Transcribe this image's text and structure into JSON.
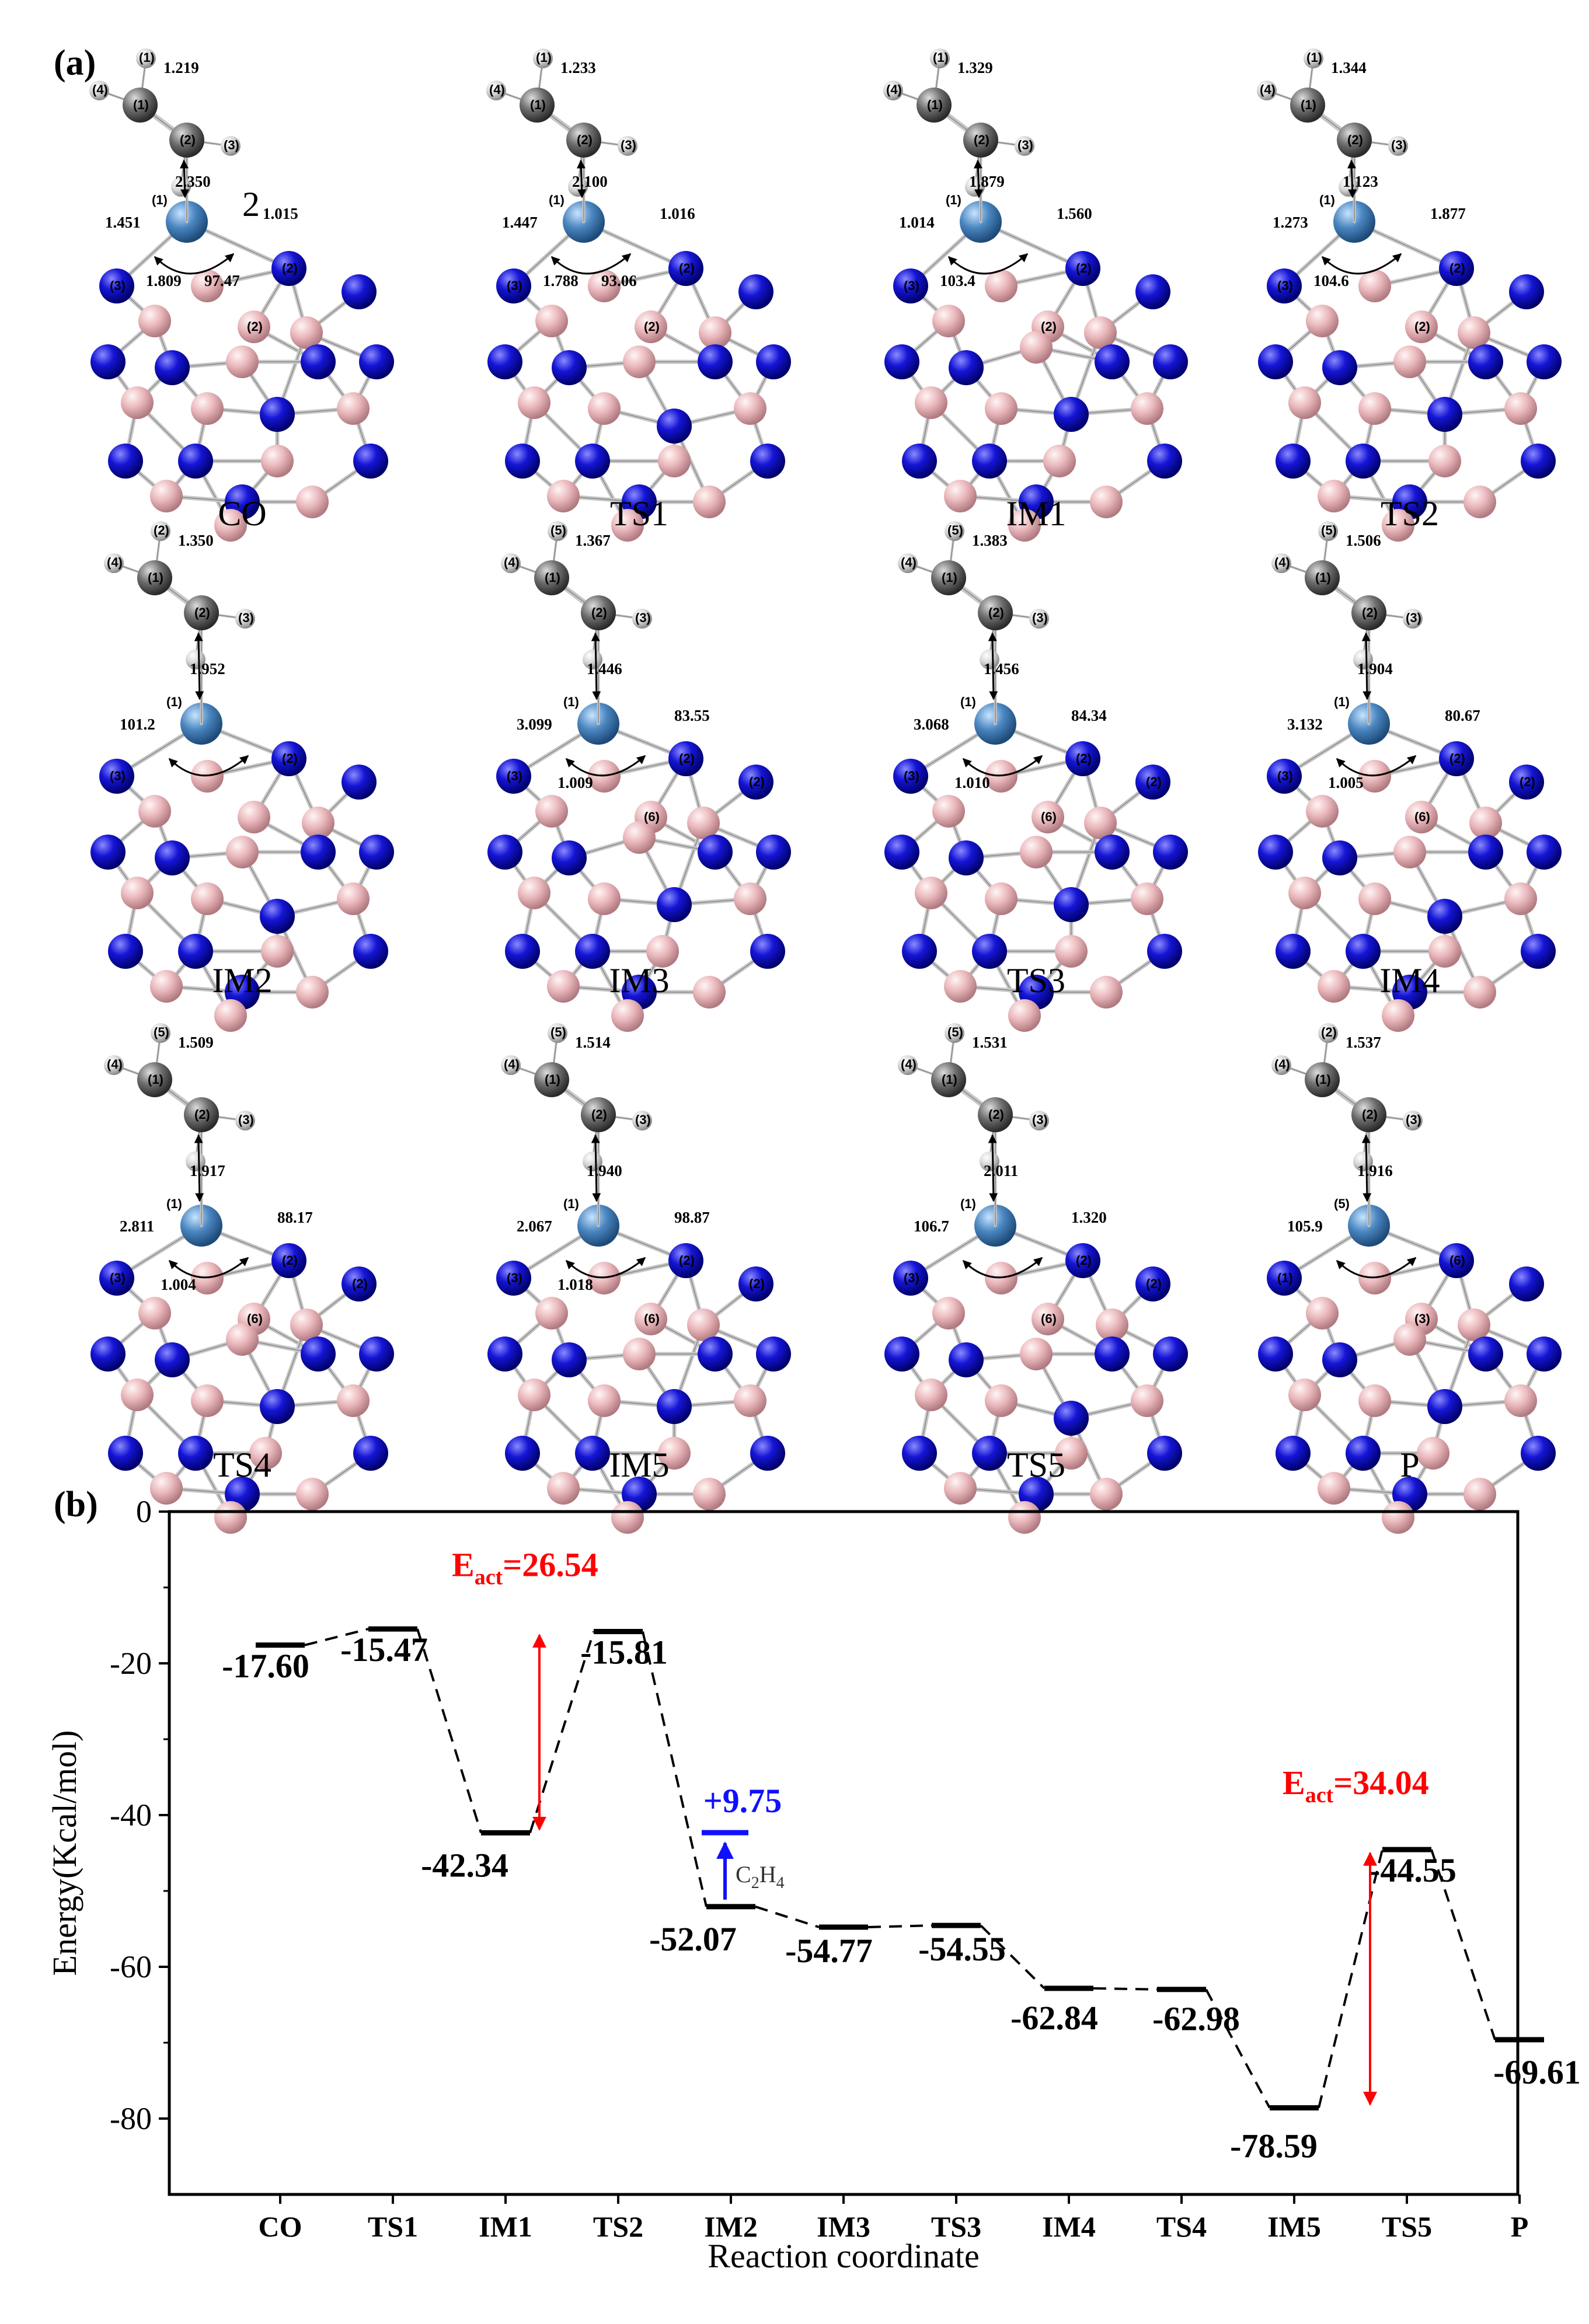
{
  "panel_a": {
    "label": "(a)",
    "structures": [
      {
        "name": "CO",
        "dists": [
          {
            "text": "1.219"
          },
          {
            "text": "2.350"
          },
          {
            "text": "1.451"
          },
          {
            "text": "1.015"
          },
          {
            "text": "1.809"
          },
          {
            "text": "97.47"
          }
        ],
        "extra": "2",
        "atom_numbers": [
          "(1)",
          "(2)",
          "(3)",
          "(4)",
          "(1)",
          "(2)",
          "(3)",
          "(1)",
          "(2)"
        ]
      },
      {
        "name": "TS1",
        "dists": [
          {
            "text": "1.233"
          },
          {
            "text": "2.100"
          },
          {
            "text": "1.447"
          },
          {
            "text": "1.016"
          },
          {
            "text": "1.788"
          },
          {
            "text": "93.06"
          }
        ],
        "atom_numbers": [
          "(1)",
          "(2)",
          "(3)",
          "(4)",
          "(1)",
          "(2)",
          "(3)",
          "(1)",
          "(2)"
        ]
      },
      {
        "name": "IM1",
        "dists": [
          {
            "text": "1.329"
          },
          {
            "text": "1.879"
          },
          {
            "text": "1.014"
          },
          {
            "text": "1.560"
          },
          {
            "text": "103.4"
          }
        ],
        "atom_numbers": [
          "(1)",
          "(2)",
          "(3)",
          "(4)",
          "(1)",
          "(2)",
          "(3)",
          "(1)",
          "(2)"
        ]
      },
      {
        "name": "TS2",
        "dists": [
          {
            "text": "1.344"
          },
          {
            "text": "1.123"
          },
          {
            "text": "1.273"
          },
          {
            "text": "1.877"
          },
          {
            "text": "104.6"
          }
        ],
        "atom_numbers": [
          "(1)",
          "(2)",
          "(3)",
          "(4)",
          "(1)",
          "(2)",
          "(3)",
          "(1)",
          "(2)"
        ]
      },
      {
        "name": "IM2",
        "dists": [
          {
            "text": "1.350"
          },
          {
            "text": "1.952"
          },
          {
            "text": "101.2"
          }
        ],
        "atom_numbers": [
          "(1)",
          "(2)",
          "(3)",
          "(4)",
          "(1)",
          "(2)",
          "(3)",
          "(2)"
        ]
      },
      {
        "name": "IM3",
        "dists": [
          {
            "text": "1.367"
          },
          {
            "text": "1.446"
          },
          {
            "text": "3.099"
          },
          {
            "text": "83.55"
          },
          {
            "text": "1.009"
          }
        ],
        "atom_numbers": [
          "(1)",
          "(2)",
          "(3)",
          "(4)",
          "(1)",
          "(2)",
          "(3)",
          "(5)",
          "(6)",
          "(2)"
        ]
      },
      {
        "name": "TS3",
        "dists": [
          {
            "text": "1.383"
          },
          {
            "text": "1.456"
          },
          {
            "text": "3.068"
          },
          {
            "text": "84.34"
          },
          {
            "text": "1.010"
          }
        ],
        "atom_numbers": [
          "(1)",
          "(2)",
          "(3)",
          "(4)",
          "(1)",
          "(2)",
          "(3)",
          "(5)",
          "(6)",
          "(2)"
        ]
      },
      {
        "name": "IM4",
        "dists": [
          {
            "text": "1.506"
          },
          {
            "text": "1.904"
          },
          {
            "text": "3.132"
          },
          {
            "text": "80.67"
          },
          {
            "text": "1.005"
          }
        ],
        "atom_numbers": [
          "(1)",
          "(2)",
          "(3)",
          "(4)",
          "(1)",
          "(2)",
          "(3)",
          "(5)",
          "(6)",
          "(2)"
        ]
      },
      {
        "name": "TS4",
        "dists": [
          {
            "text": "1.509"
          },
          {
            "text": "1.917"
          },
          {
            "text": "2.811"
          },
          {
            "text": "88.17"
          },
          {
            "text": "1.004"
          }
        ],
        "atom_numbers": [
          "(1)",
          "(2)",
          "(3)",
          "(4)",
          "(1)",
          "(2)",
          "(3)",
          "(5)",
          "(6)",
          "(2)"
        ]
      },
      {
        "name": "IM5",
        "dists": [
          {
            "text": "1.514"
          },
          {
            "text": "1.940"
          },
          {
            "text": "2.067"
          },
          {
            "text": "98.87"
          },
          {
            "text": "1.018"
          }
        ],
        "atom_numbers": [
          "(1)",
          "(2)",
          "(3)",
          "(4)",
          "(1)",
          "(2)",
          "(3)",
          "(5)",
          "(6)",
          "(2)"
        ]
      },
      {
        "name": "TS5",
        "dists": [
          {
            "text": "1.531"
          },
          {
            "text": "2.011"
          },
          {
            "text": "106.7"
          },
          {
            "text": "1.320"
          }
        ],
        "atom_numbers": [
          "(1)",
          "(2)",
          "(3)",
          "(4)",
          "(1)",
          "(2)",
          "(3)",
          "(5)",
          "(6)",
          "(2)"
        ]
      },
      {
        "name": "P",
        "dists": [
          {
            "text": "1.537"
          },
          {
            "text": "1.916"
          },
          {
            "text": "105.9"
          }
        ],
        "atom_numbers": [
          "(1)",
          "(2)",
          "(3)",
          "(4)",
          "(5)",
          "(6)",
          "(1)",
          "(2)",
          "(3)"
        ]
      }
    ]
  },
  "colors": {
    "nitrogen": "#1010c8",
    "boron": "#e8b4b8",
    "metal": "#4a86c0",
    "carbon": "#707070",
    "hydrogen": "#d8d8d8",
    "red": "#ff0000",
    "blue": "#1010ff"
  },
  "chart_data": {
    "type": "line",
    "panel_label": "(b)",
    "xlabel": "Reaction coordinate",
    "ylabel": "Energy(Kcal/mol)",
    "ylim": [
      -90,
      0
    ],
    "yticks": [
      0,
      -20,
      -40,
      -60,
      -80
    ],
    "ytick_labels": [
      "0",
      "-20",
      "-40",
      "-60",
      "-80"
    ],
    "categories": [
      "CO",
      "TS1",
      "IM1",
      "TS2",
      "IM2",
      "IM3",
      "TS3",
      "IM4",
      "TS4",
      "IM5",
      "TS5",
      "P"
    ],
    "values": [
      -17.6,
      -15.47,
      -42.34,
      -15.81,
      -52.07,
      -54.77,
      -54.55,
      -62.84,
      -62.98,
      -78.59,
      -44.55,
      -69.61
    ],
    "value_labels": [
      "-17.60",
      "-15.47",
      "-42.34",
      "-15.81",
      "-52.07",
      "-54.77",
      "-54.55",
      "-62.84",
      "-62.98",
      "-78.59",
      "-44.55",
      "-69.61"
    ],
    "annotations": {
      "eact1": {
        "label": "E",
        "sub": "act",
        "value": "=26.54",
        "from": -42.34,
        "to": -15.81
      },
      "eact2": {
        "label": "E",
        "sub": "act",
        "value": "=34.04",
        "from": -78.59,
        "to": -44.55
      },
      "c2h4": {
        "text": "+9.75",
        "level": -42.32,
        "from": -52.07,
        "species": "C",
        "sub2": "2",
        "species2": "H",
        "sub4": "4"
      }
    },
    "grid": false
  }
}
